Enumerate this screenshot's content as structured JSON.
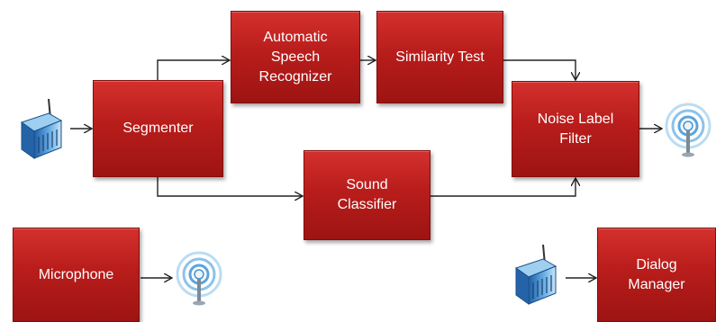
{
  "blocks": {
    "asr": "Automatic\nSpeech\nRecognizer",
    "similarity": "Similarity Test",
    "segmenter": "Segmenter",
    "noise_filter": "Noise Label\nFilter",
    "sound_classifier": "Sound\nClassifier",
    "microphone": "Microphone",
    "dialog_manager": "Dialog\nManager"
  },
  "icons": [
    "router-icon",
    "wireless-signal-icon"
  ],
  "colors": {
    "block": "#b81d1b",
    "arrow": "#222222"
  }
}
